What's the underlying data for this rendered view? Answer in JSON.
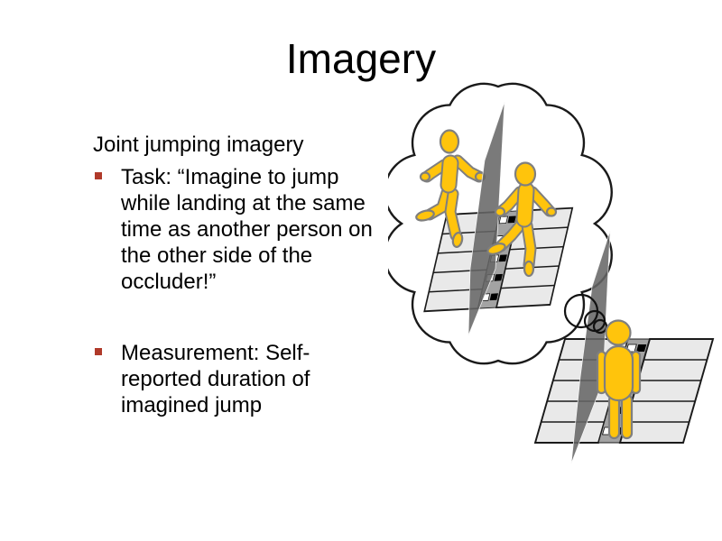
{
  "slide": {
    "title": "Imagery"
  },
  "content": {
    "lead": "Joint jumping imagery",
    "bullets": [
      {
        "label": "Task: “Imagine to jump while landing at the same time as another person on the other side of the occluder!”"
      },
      {
        "label": "Measurement: Self-reported duration of imagined jump"
      }
    ]
  },
  "illustration": {
    "thought_cloud": "imagined-joint-jump-scene",
    "figures": [
      "jumping-figure-left",
      "jumping-figure-right",
      "standing-person"
    ],
    "objects": [
      "occluder-panel",
      "jump-runway-grid",
      "thought-bubbles"
    ]
  },
  "colors": {
    "text": "#000000",
    "bullet": "#b03a2a",
    "figure": "#ffc40c",
    "figure_outline": "#7f7f7f",
    "occluder": "#666666",
    "grid_cell": "#e9e9e9",
    "grid_line": "#1a1a1a",
    "strip": "#a3a3a3",
    "cloud_outline": "#1a1a1a"
  }
}
